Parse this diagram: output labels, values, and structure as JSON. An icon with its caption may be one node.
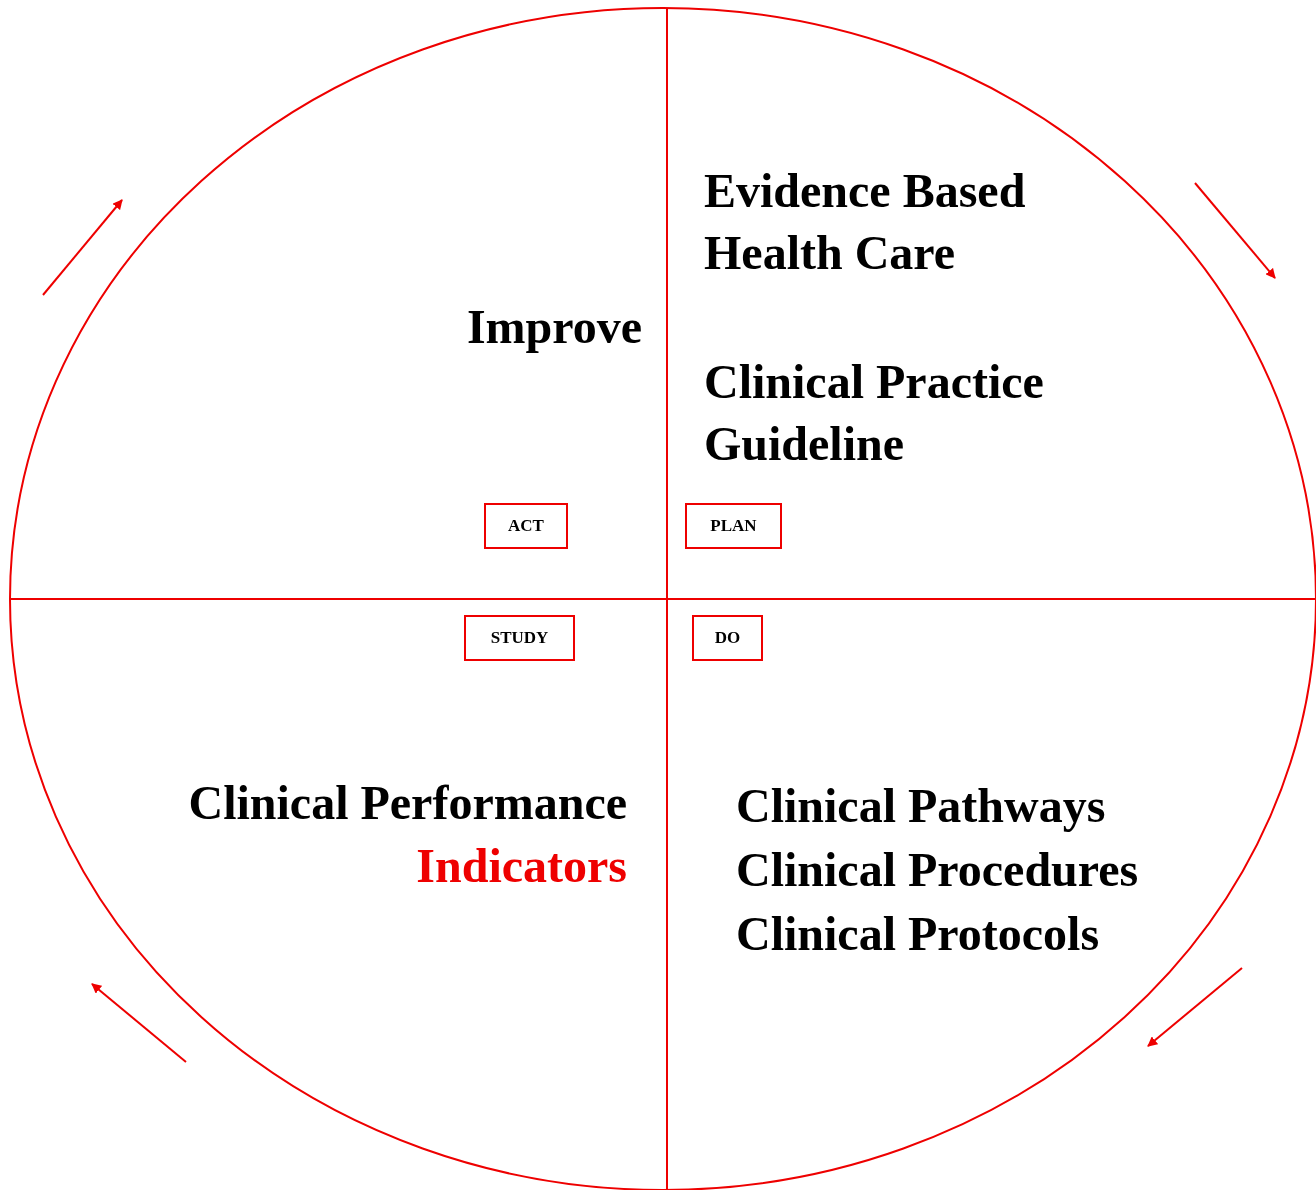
{
  "diagram": {
    "nodes": [
      {
        "text": [
          "ACT"
        ]
      },
      {
        "text": [
          "PLAN"
        ]
      },
      {
        "text": [
          "STUDY"
        ]
      },
      {
        "text": [
          "DO"
        ]
      }
    ],
    "labels": [
      "Improve",
      "Evidence Based Health Care",
      "Clinical Practice Guideline",
      "Clinical Performance",
      "Indicators",
      "Clinical Pathways",
      "Clinical Procedures",
      "Clinical Protocols"
    ]
  }
}
